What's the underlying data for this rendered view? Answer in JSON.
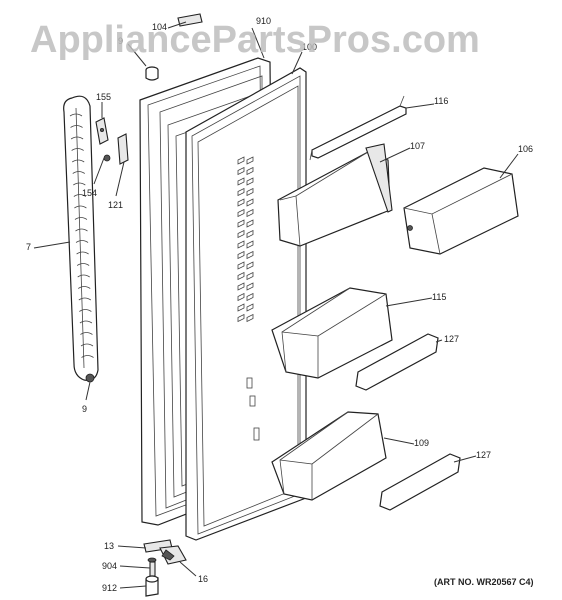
{
  "watermark": "AppliancePartsPros.com",
  "art_number": "(ART NO. WR20567 C4)",
  "callouts": [
    {
      "id": "c104",
      "text": "104"
    },
    {
      "id": "c910",
      "text": "910"
    },
    {
      "id": "c9a",
      "text": "9"
    },
    {
      "id": "c100",
      "text": "100"
    },
    {
      "id": "c155",
      "text": "155"
    },
    {
      "id": "c116",
      "text": "116"
    },
    {
      "id": "c107",
      "text": "107"
    },
    {
      "id": "c106",
      "text": "106"
    },
    {
      "id": "c154",
      "text": "154"
    },
    {
      "id": "c121",
      "text": "121"
    },
    {
      "id": "c7",
      "text": "7"
    },
    {
      "id": "c115",
      "text": "115"
    },
    {
      "id": "c127a",
      "text": "127"
    },
    {
      "id": "c9b",
      "text": "9"
    },
    {
      "id": "c109",
      "text": "109"
    },
    {
      "id": "c127b",
      "text": "127"
    },
    {
      "id": "c13",
      "text": "13"
    },
    {
      "id": "c904",
      "text": "904"
    },
    {
      "id": "c16",
      "text": "16"
    },
    {
      "id": "c912",
      "text": "912"
    }
  ]
}
